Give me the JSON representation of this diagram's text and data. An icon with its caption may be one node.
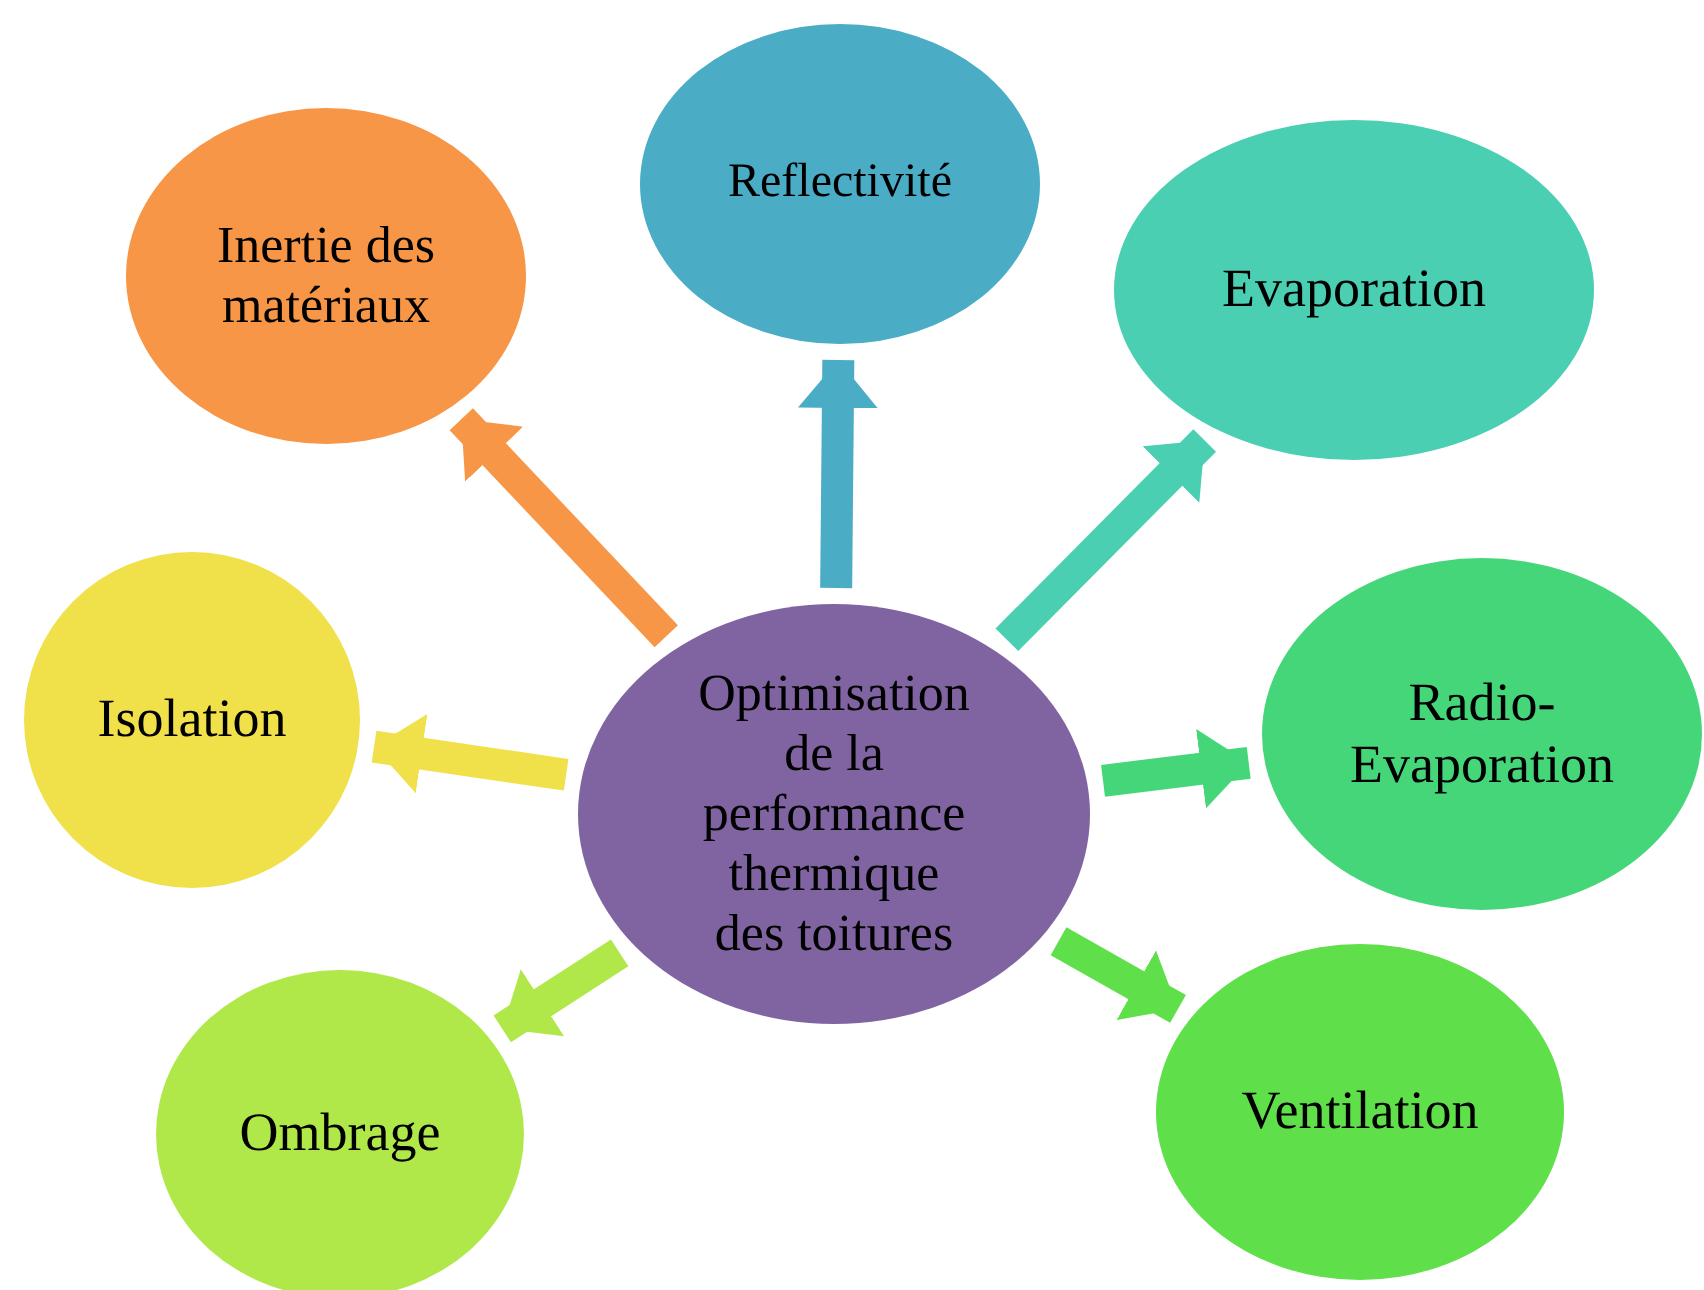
{
  "diagram": {
    "nodes": [
      {
        "text": [
          "Optimisation de la performance thermique des toitures"
        ]
      },
      {
        "text": [
          "Inertie des matériaux"
        ]
      },
      {
        "text": [
          "Reflectivité"
        ]
      },
      {
        "text": [
          "Evaporation"
        ]
      },
      {
        "text": [
          "Radio-Evaporation"
        ]
      },
      {
        "text": [
          "Ventilation"
        ]
      },
      {
        "text": [
          "Ombrage"
        ]
      },
      {
        "text": [
          "Isolation"
        ]
      }
    ],
    "edges": [
      {
        "from": 0,
        "to": 1,
        "arrow": "to",
        "color": "#f79646"
      },
      {
        "from": 0,
        "to": 2,
        "arrow": "to",
        "color": "#4bacc6"
      },
      {
        "from": 0,
        "to": 3,
        "arrow": "to",
        "color": "#4acfb3"
      },
      {
        "from": 0,
        "to": 4,
        "arrow": "to",
        "color": "#46d67a"
      },
      {
        "from": 0,
        "to": 5,
        "arrow": "to",
        "color": "#5fdf4a"
      },
      {
        "from": 0,
        "to": 6,
        "arrow": "to",
        "color": "#b0e84a"
      },
      {
        "from": 0,
        "to": 7,
        "arrow": "to",
        "color": "#f0e04a"
      }
    ]
  }
}
